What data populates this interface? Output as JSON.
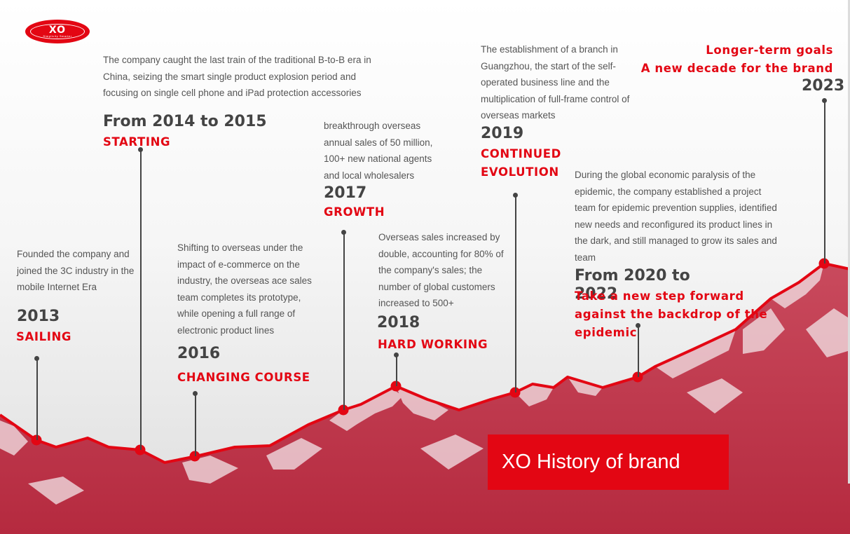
{
  "logo": {
    "mark": "XO",
    "tagline": "Simplicity Smarter"
  },
  "banner": {
    "title": "XO History of brand"
  },
  "milestones": [
    {
      "year": "2013",
      "label": "SAILING",
      "desc": "Founded the company and joined the 3C industry in the mobile Internet Era"
    },
    {
      "year": "From 2014 to 2015",
      "label": "STARTING",
      "desc": "The company caught the last train of the traditional B-to-B era in China, seizing the smart single product explosion period and focusing on single cell phone and iPad protection accessories"
    },
    {
      "year": "2016",
      "label": "CHANGING COURSE",
      "desc": "Shifting to overseas under the impact of e-commerce on the industry, the overseas ace sales team completes its prototype, while opening a full range of electronic product lines"
    },
    {
      "year": "2017",
      "label": "GROWTH",
      "desc": "breakthrough overseas annual sales of 50 million, 100+ new national agents and local wholesalers"
    },
    {
      "year": "2018",
      "label": "HARD WORKING",
      "desc": "Overseas sales increased by double, accounting for 80% of the company's sales; the number of global customers increased to 500+"
    },
    {
      "year": "2019",
      "label": "CONTINUED EVOLUTION",
      "desc": "The establishment of a branch in Guangzhou, the start of the self-operated business line and the multiplication of full-frame control of overseas markets"
    },
    {
      "year": "From 2020 to 2022",
      "label": "Take a new step forward against the backdrop of the epidemic",
      "desc": "During the global economic paralysis of the epidemic, the company established a project team for epidemic prevention supplies, identified new needs and reconfigured its product lines in the dark, and still managed to grow its sales and team"
    },
    {
      "year": "2023",
      "label_line1": "Longer-term goals",
      "label_line2": "A new decade for the brand"
    }
  ],
  "colors": {
    "accent": "#e30613",
    "text": "#555555",
    "heading": "#444444",
    "mountain": "#c0394d"
  }
}
